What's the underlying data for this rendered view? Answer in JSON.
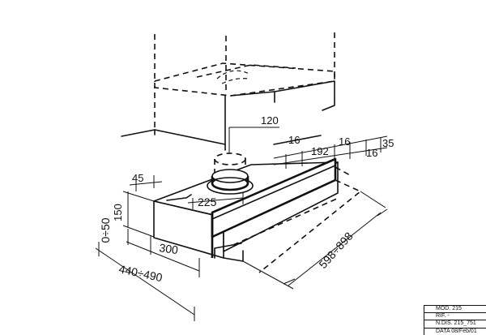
{
  "dimensions": {
    "duct_diameter": "120",
    "gap_left": "16",
    "width_192": "192",
    "gap_right": "16",
    "right_35": "35",
    "right_16": "16",
    "left_45": "45",
    "height_150": "150",
    "outlet_225": "225",
    "clearance": "0÷50",
    "depth_300": "300",
    "depth_range": "440÷490",
    "width_range": "598÷898"
  },
  "title_block": {
    "model": "MOD. 215",
    "ref": "RIF. -",
    "drawing_no": "N.DIS. 215_751",
    "date": "DATA 08/Feb/01"
  }
}
